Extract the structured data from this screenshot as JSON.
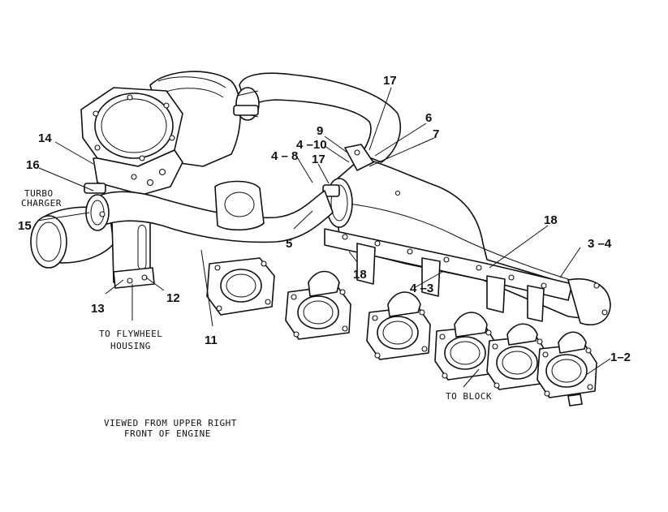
{
  "callouts": {
    "c17_top": "17",
    "c6": "6",
    "c7": "7",
    "c9": "9",
    "c4_10": "4 –10",
    "c4_8": "4 – 8",
    "c17_mid": "17",
    "c14": "14",
    "c16": "16",
    "c15": "15",
    "c5": "5",
    "c18_right": "18",
    "c3_4": "3 –4",
    "c18_mid": "18",
    "c4_3": "4 –3",
    "c13": "13",
    "c12": "12",
    "c11": "11",
    "c1_2": "1–2"
  },
  "labels": {
    "turbo_line1": "TURBO",
    "turbo_line2": "CHARGER",
    "flywheel_line1": "TO FLYWHEEL",
    "flywheel_line2": "HOUSING",
    "to_block": "TO BLOCK",
    "view_line1": "VIEWED FROM UPPER RIGHT",
    "view_line2": "FRONT OF ENGINE"
  }
}
